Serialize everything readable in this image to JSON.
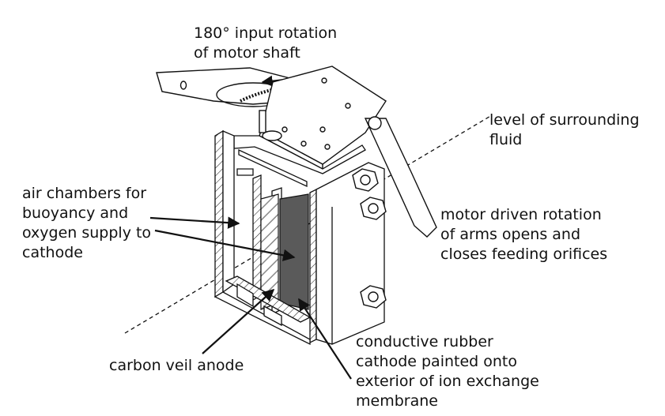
{
  "labels": {
    "input_rotation": [
      "180° input rotation",
      "of motor shaft"
    ],
    "surrounding_fluid": [
      "level of surrounding",
      "fluid"
    ],
    "air_chambers": [
      "air chambers for",
      "buoyancy and",
      "oxygen supply to",
      "cathode"
    ],
    "motor_arms": [
      "motor driven rotation",
      "of arms opens and",
      "closes feeding orifices"
    ],
    "anode": [
      "carbon veil anode"
    ],
    "cathode": [
      "conductive rubber",
      "cathode painted onto",
      "exterior of ion exchange",
      "membrane"
    ]
  },
  "colors": {
    "line": "#111111",
    "cathode_fill": "#5a5a5a",
    "anode_hatch": "#9a9a9a",
    "background": "#ffffff"
  }
}
